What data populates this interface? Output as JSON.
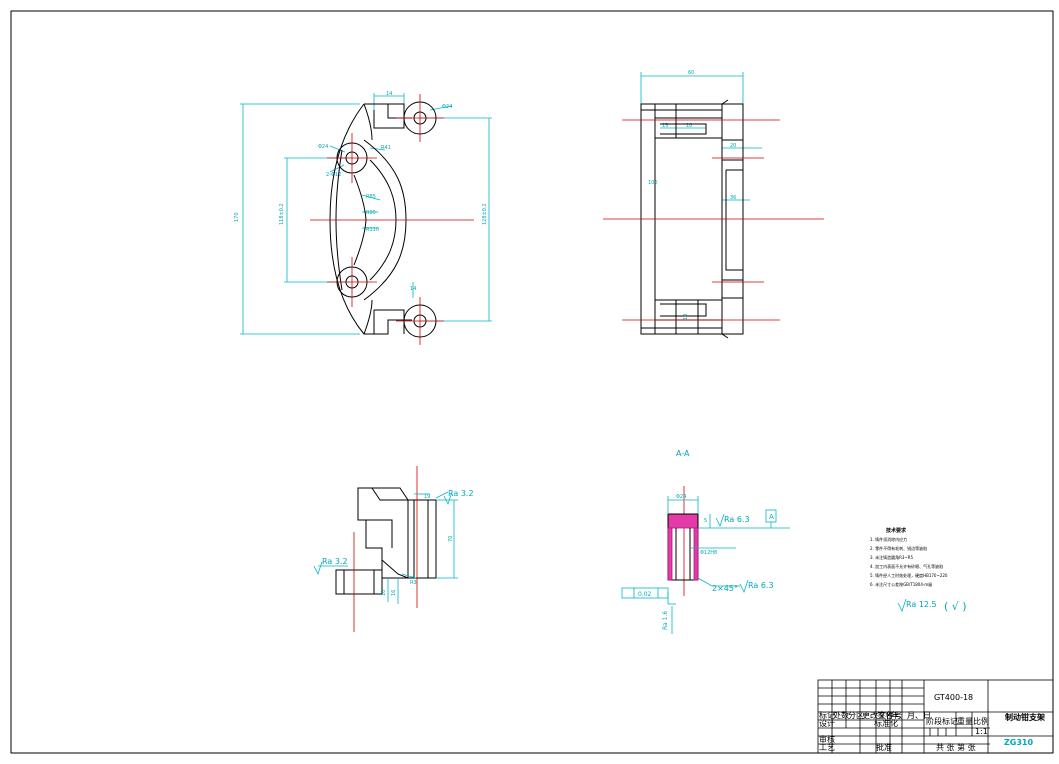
{
  "section": {
    "label": "A-A"
  },
  "roughness": {
    "ra_top": "Ra 3.2",
    "ra_left": "Ra 3.2",
    "ra_section_top": "Ra 6.3",
    "ra_section_side": "Ra 6.3",
    "ra_general": "Ra 12.5",
    "chamfer": "2×45°",
    "general_mark": "( √ )"
  },
  "datum": {
    "label": "A"
  },
  "tech_notes": {
    "title": "技术要求",
    "items": [
      "1. 铸件须消除内应力",
      "2. 零件不得有毛刺、锐边等缺陷",
      "3. 未注铸造圆角R3~R5",
      "4. 加工内表面不允许有砂眼、气孔等缺陷",
      "5. 铸件经人工时效处理，硬度HB170~220",
      "6. 未注尺寸公差按GB/T1804-m级"
    ]
  },
  "title_block": {
    "drawing_no": "GT400-18",
    "part_name": "制动钳支架",
    "material_code": "ZG310",
    "labels": {
      "mark": "标记",
      "count": "处数",
      "zone": "分区",
      "change_doc": "更改文件号",
      "signature": "签名",
      "date": "年、月、日",
      "design": "设计",
      "standardize": "标准化",
      "stage_mark": "阶段标记",
      "weight": "重量",
      "scale": "比例",
      "review": "审核",
      "process": "工艺",
      "approve": "批准",
      "sheets": "共 张 第 张"
    },
    "scale_value": "1:1"
  }
}
